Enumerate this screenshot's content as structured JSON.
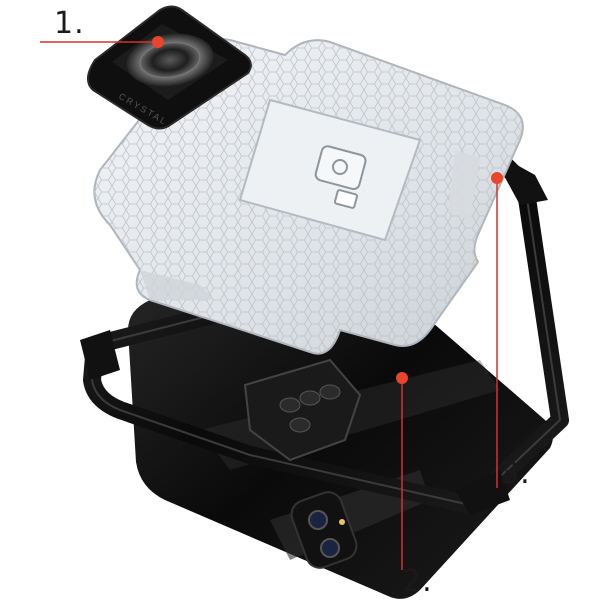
{
  "callouts": [
    {
      "label": "1."
    },
    {
      "label": "2."
    },
    {
      "label": "3."
    }
  ],
  "ring_holder": {
    "engraving": "CRYSTAL"
  },
  "colors": {
    "background": "#ffffff",
    "callout_line": "#d9312b",
    "callout_dot": "#e8452c",
    "phone_body": "#0d0d0d",
    "bumper": "#151515",
    "clear_shell": "#e6eaee"
  }
}
